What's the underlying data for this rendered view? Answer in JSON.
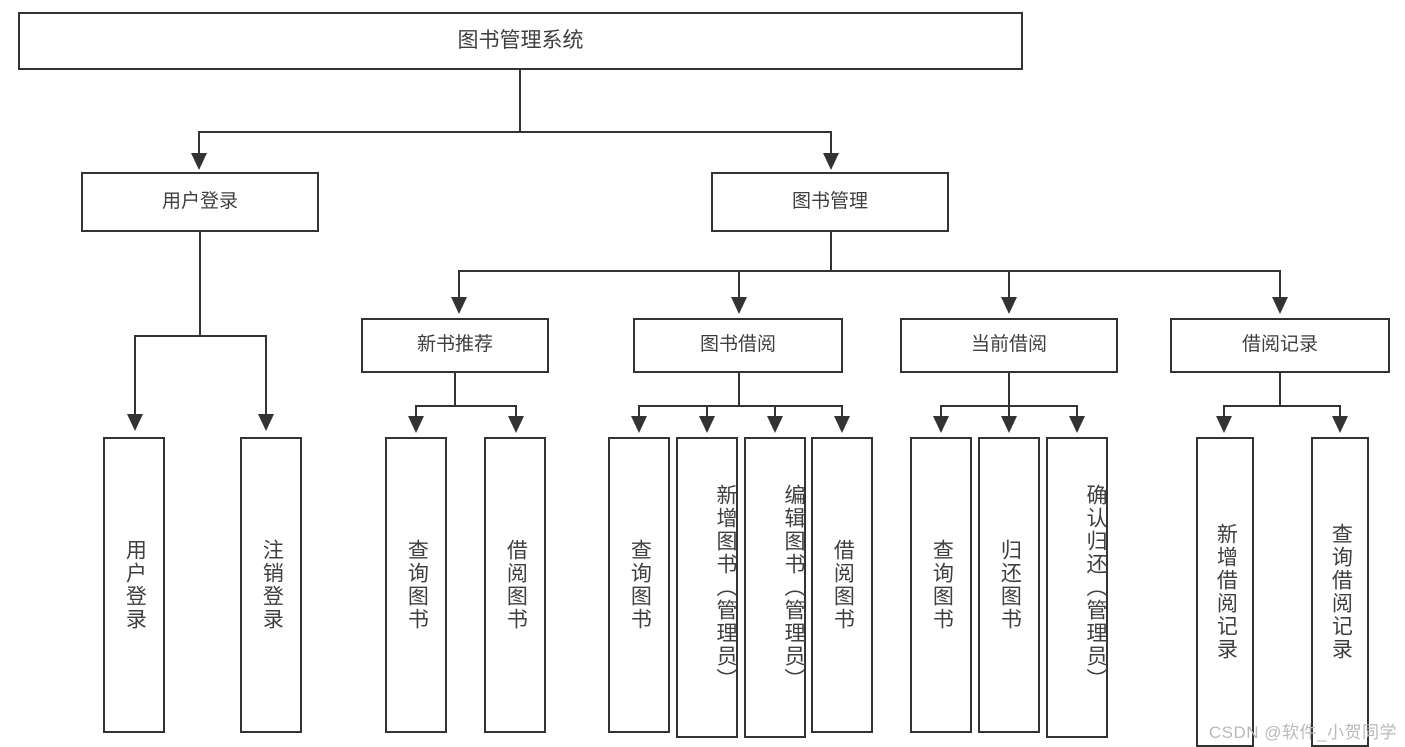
{
  "diagram": {
    "title": "图书管理系统",
    "watermark": "CSDN @软件_小贺同学",
    "colors": {
      "stroke": "#333333",
      "text": "#3f3f3f",
      "background": "#ffffff",
      "watermark": "#b9b9b9"
    },
    "root": {
      "label": "图书管理系统"
    },
    "level1": [
      {
        "label": "用户登录"
      },
      {
        "label": "图书管理"
      }
    ],
    "level2": [
      {
        "label": "新书推荐"
      },
      {
        "label": "图书借阅"
      },
      {
        "label": "当前借阅"
      },
      {
        "label": "借阅记录"
      }
    ],
    "leaves": {
      "user_login": [
        {
          "label": "用户登录"
        },
        {
          "label": "注销登录"
        }
      ],
      "new_book_recommend": [
        {
          "label": "查询图书"
        },
        {
          "label": "借阅图书"
        }
      ],
      "book_borrow": [
        {
          "label": "查询图书"
        },
        {
          "label": "新增图书（管理员）"
        },
        {
          "label": "编辑图书（管理员）"
        },
        {
          "label": "借阅图书"
        }
      ],
      "current_borrow": [
        {
          "label": "查询图书"
        },
        {
          "label": "归还图书"
        },
        {
          "label": "确认归还（管理员）"
        }
      ],
      "borrow_record": [
        {
          "label": "新增借阅记录"
        },
        {
          "label": "查询借阅记录"
        }
      ]
    }
  }
}
